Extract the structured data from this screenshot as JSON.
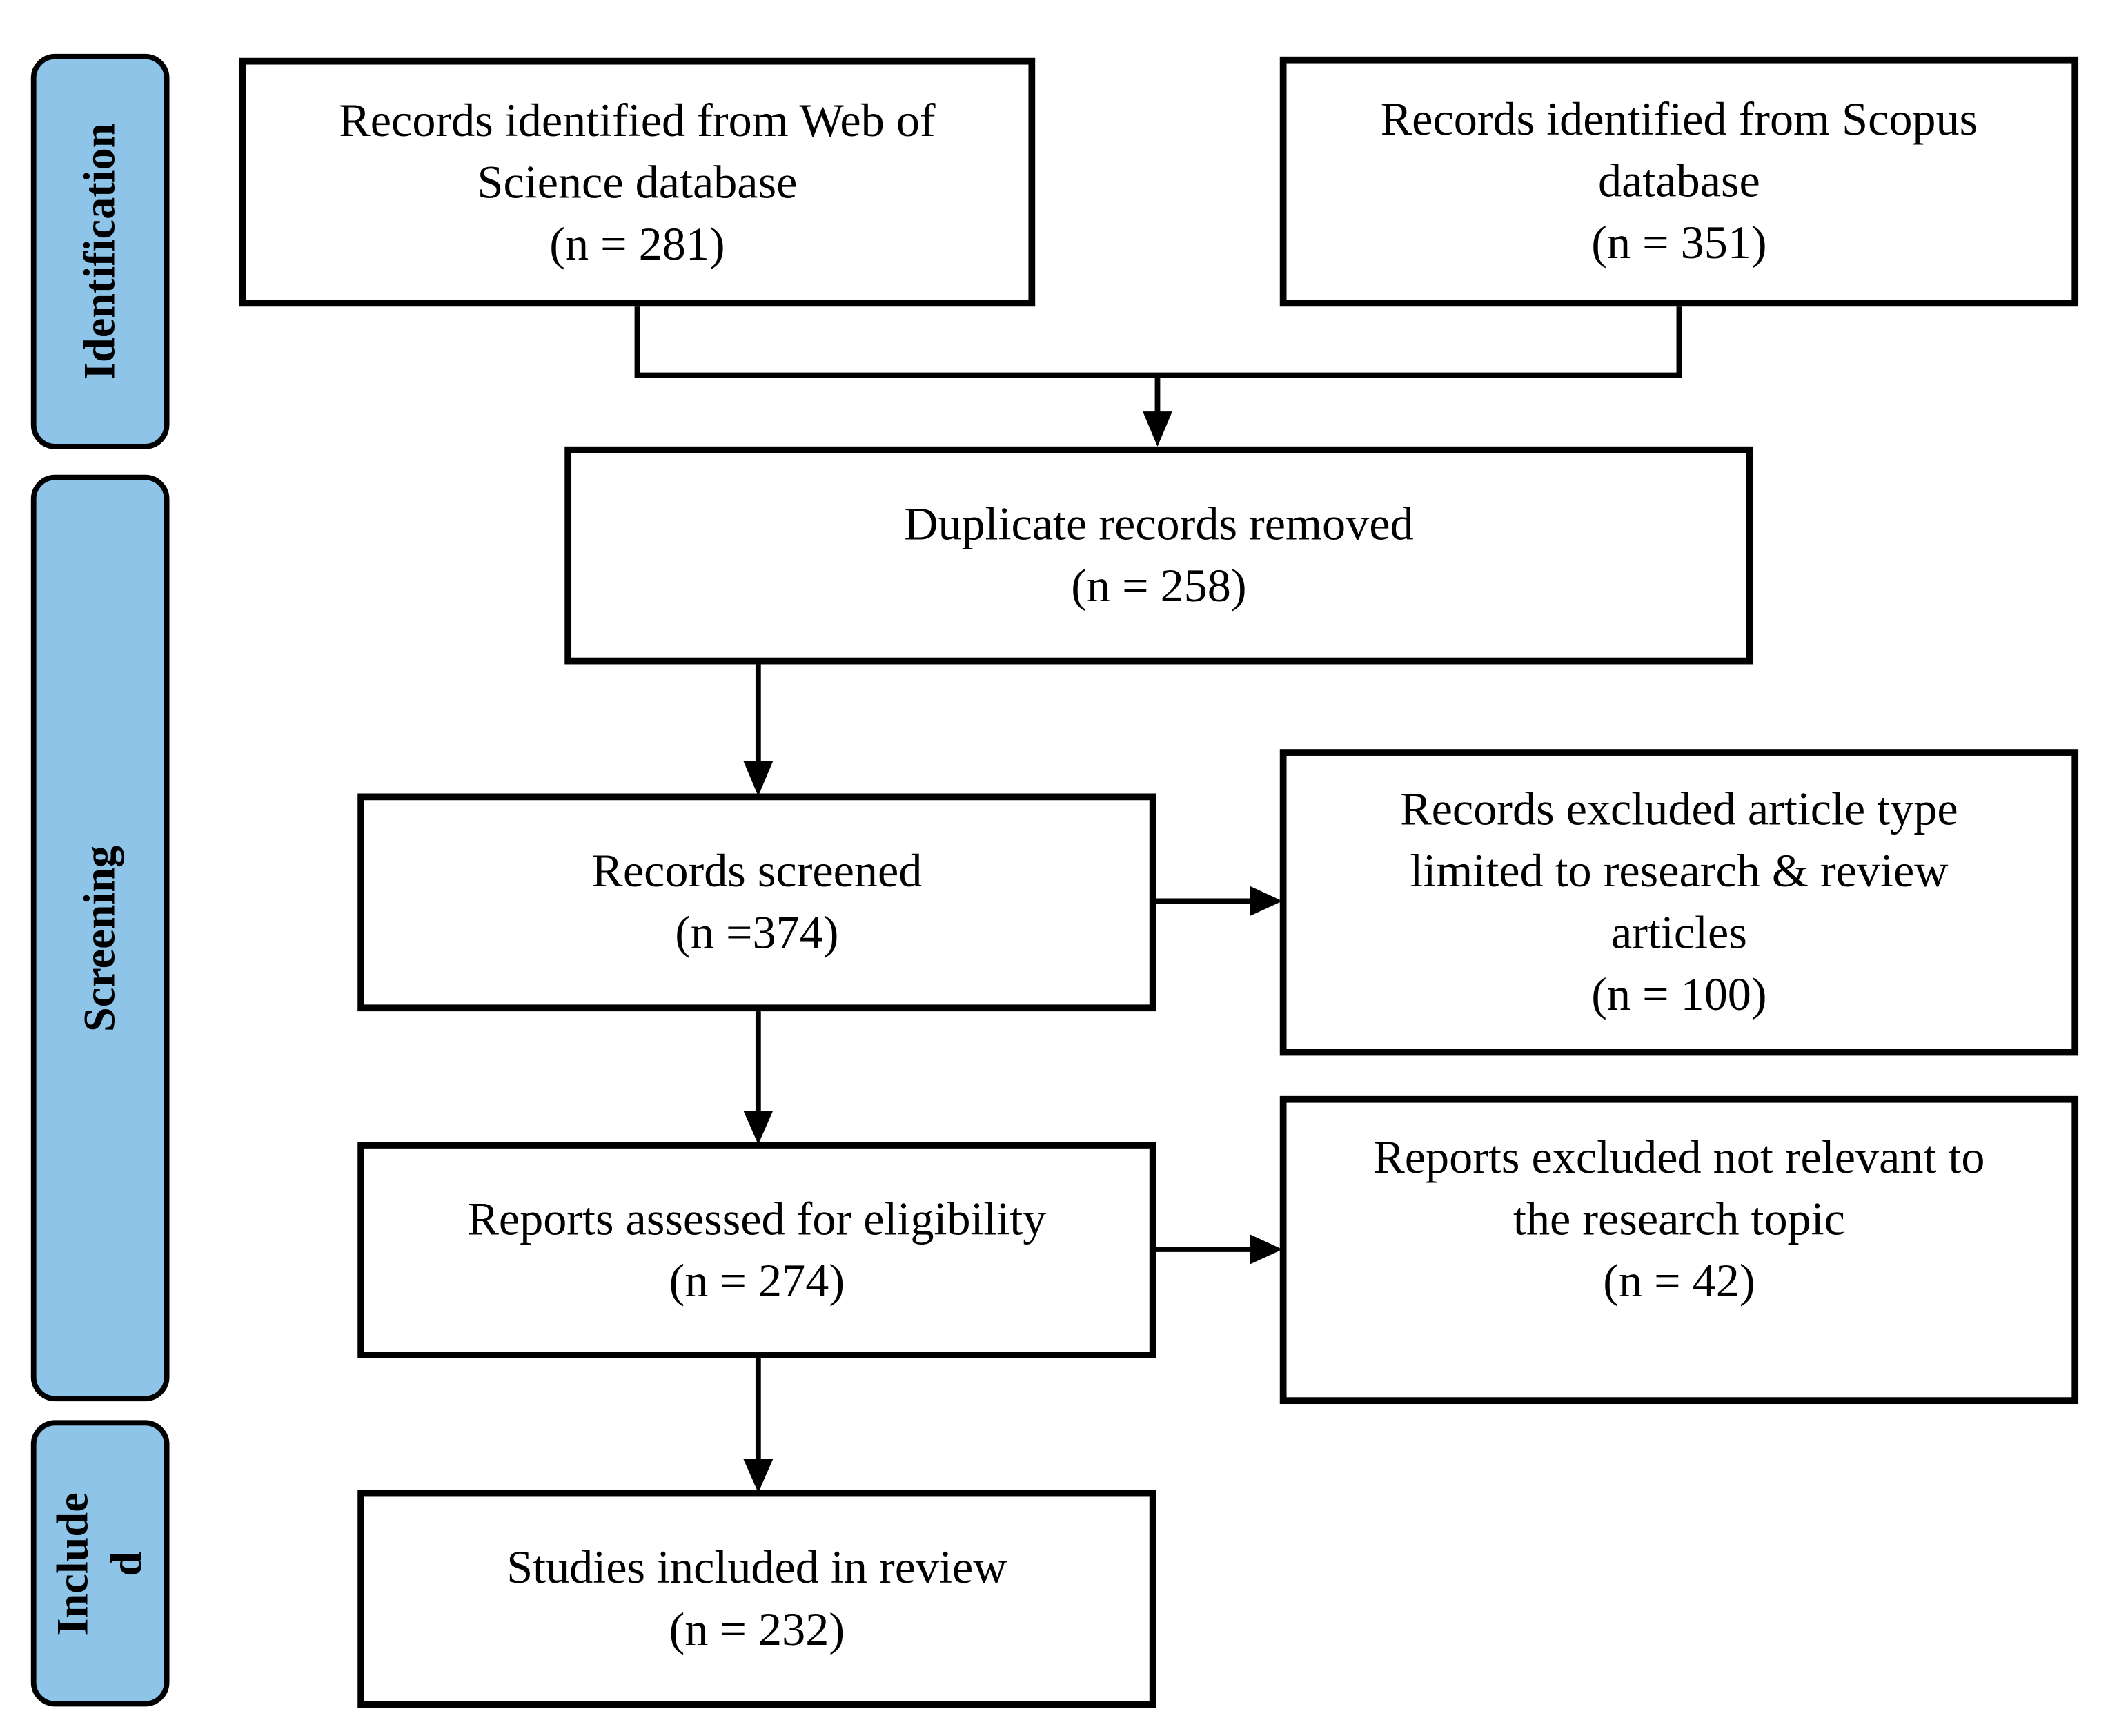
{
  "phases": {
    "identification": {
      "lines": [
        "Identification"
      ]
    },
    "screening": {
      "lines": [
        "Screening"
      ]
    },
    "included": {
      "lines": [
        "Include",
        "d"
      ]
    }
  },
  "boxes": {
    "wos": {
      "lines": [
        "Records identified from Web of",
        "Science database",
        "(n = 281)"
      ]
    },
    "scopus": {
      "lines": [
        "Records identified from Scopus",
        "database",
        "(n = 351)"
      ]
    },
    "duplicates": {
      "lines": [
        "Duplicate records removed",
        "(n = 258)"
      ]
    },
    "screened": {
      "lines": [
        "Records screened",
        "(n =374)"
      ]
    },
    "excluded_type": {
      "lines": [
        "Records excluded article type",
        "limited to research & review",
        "articles",
        "(n = 100)"
      ]
    },
    "eligibility": {
      "lines": [
        "Reports assessed for eligibility",
        "(n = 274)"
      ]
    },
    "excluded_topic": {
      "lines": [
        "Reports excluded not relevant to",
        "the research topic",
        "(n = 42)"
      ]
    },
    "included": {
      "lines": [
        "Studies included in review",
        "(n = 232)"
      ]
    }
  }
}
